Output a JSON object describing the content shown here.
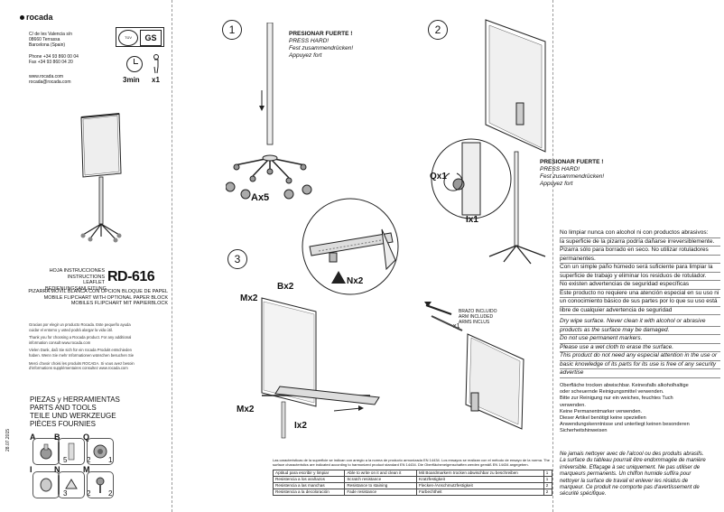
{
  "brand": {
    "logo_text": "rocada"
  },
  "address": [
    "C/ de les Valencia s/n",
    "08660 Terrassa",
    "Barcelona (Spain)"
  ],
  "contact": [
    "Phone +34 93 860 00 04",
    "Fax +34 93 860 04 20"
  ],
  "web": [
    "www.rocada.com",
    "rocada@rocada.com"
  ],
  "assembly": {
    "time": "3min",
    "persons": "x1"
  },
  "product": {
    "doc_titles": [
      "HOJA INSTRUCCIONES",
      "INSTRUCTIONS LEAFLET",
      "BEDIENUNGSANLEITUNG"
    ],
    "code": "RD-616",
    "names": [
      "PIZARRA MOVIL BLANCA CON OPCION BLOQUE DE PAPEL",
      "MOBILE FLIPCHART WITH OPTIONAL PAPER BLOCK",
      "MOBILES FLIPCHART MIT PAPIERBLOCK"
    ]
  },
  "thanks_text": [
    "Gracias por elegir un producto Rocada. Este pequeño ayuda",
    "cuidar el entorno y usted podrá alargar la vida útil.",
    "Thank you for choosing a Rocada product. For any additional",
    "information consult www.rocada.com",
    "Vielen Dank, daß Sie sich für ein rocada Produkt entschieden",
    "haben. Wenn Sie mehr Informationen wünschen besuchen Sie",
    "Merci d'avoir choisi les produits ROCADA. Si vous avez besoin",
    "d'informations supplémentaires consultez www.rocada.com"
  ],
  "parts": {
    "titles": [
      "PIEZAS y HERRAMIENTAS",
      "PARTS AND TOOLS",
      "TEILE UND WERKZEUGE",
      "PIÈCES FOURNIES"
    ],
    "items": [
      {
        "letter": "A",
        "count": "5"
      },
      {
        "letter": "B",
        "count": "2"
      },
      {
        "letter": "Q",
        "count": "1"
      },
      {
        "letter": "I",
        "count": "3"
      },
      {
        "letter": "N",
        "count": "2"
      },
      {
        "letter": "M",
        "count": "2"
      }
    ],
    "side_code": "28.07.2015"
  },
  "steps": {
    "s1": {
      "num": "1",
      "qty": "Ax5"
    },
    "s2": {
      "num": "2",
      "q": "Qx1",
      "i": "Ix1"
    },
    "s3": {
      "num": "3",
      "bx": "Bx2",
      "nx": "Nx2",
      "mx_top": "Mx2",
      "mx_bottom": "Mx2",
      "ix": "Ix2"
    }
  },
  "press": {
    "es": "PRESIONAR FUERTE !",
    "en": "PRESS HARD!",
    "de": "Fest zusammendrücken!",
    "fr": "Appuyez fort"
  },
  "brazo": {
    "lines": [
      "BRAZO INCLUIDO",
      "ARM INCLUDED",
      "ARMS INCLUS"
    ],
    "qty": "x1"
  },
  "notes": {
    "es": [
      "No limpiar nunca con alcohol ni con productos abrasivos:",
      "la superficie de la pizarra podría dañarse irreversiblemente.",
      "Pizarra sólo para borrado en seco. No utilizar rotuladores",
      "permanentes.",
      "Con un simple paño húmedo será suficiente para limpiar la",
      "superficie de trabajo y eliminar los residuos de rotulador.",
      "No existen advertencias de seguridad específicas",
      "Este producto no requiere una atención especial en su uso ni",
      "un conocimiento básico de sus partes por lo que su uso está",
      "libre de cualquier advertencia de seguridad"
    ],
    "en": [
      "Dry wipe surface. Never clean it with alcohol or abrasive",
      "products as the surface may be damaged.",
      "Do not use permanent markers.",
      "Please use a wet cloth to erase the surface.",
      "This product do not need any especial attention in the use or",
      "basic knowledge of its parts for its use is free of any security",
      "advertise"
    ],
    "de": [
      "Oberfläche trocken abwischbar. Keinesfalls alkoholhaltige",
      "oder scheuernde Reinigungsmittel verwenden.",
      "Bitte zur Reinigung nur ein weiches, feuchtes Tuch",
      "verwenden.",
      "Keine Permanentmarker verwenden.",
      "Dieser Artikel benötigt keine speziellen",
      "Anwendungskenntnisse und unterliegt keinen  besonderen",
      "Sicherheitshinweisen"
    ],
    "fr": [
      "Ne jamais nettoyer avec de l'alcool ou des produits abrasifs.",
      "La surface du tableau pourrait être endommagée de manière",
      "irréversible. Effaçage à sec uniquement. Ne pas utiliser de",
      "marqueurs permanents.  Un chiffon humide suffira pour",
      "nettoyer la surface de travail et enlever les résidus de",
      "marqueur. Ce produit ne comporte pas d'avertissement de",
      "sécurité spécifique."
    ]
  },
  "table": {
    "header": "Las características de la superficie se indican con arreglo a la norma de producto armonizada EN 14434. Los ensayos se realizan con el método de ensayo de la norma. The surface characteristics are indicated according to harmonized product standard EN 14434. Die Oberflächeneigenschaften werden gemäß EN 14434 angegeben.",
    "rows": [
      [
        "Aptitud para escribir y limpiar",
        "Able to write on it and clean it",
        "Mit Boardmarkern trocken abwischbar zu beschreiben",
        "1"
      ],
      [
        "Resistencia a los arañazos",
        "Scratch resistance",
        "Kratzfestigkeit",
        "1"
      ],
      [
        "Resistencia a las manchas",
        "Resistance to staining",
        "Flecken-/Anschmutzfestigkeit",
        "2"
      ],
      [
        "Resistencia a la decoloración",
        "Fade resistance",
        "Farbechtheit",
        "2"
      ]
    ]
  }
}
